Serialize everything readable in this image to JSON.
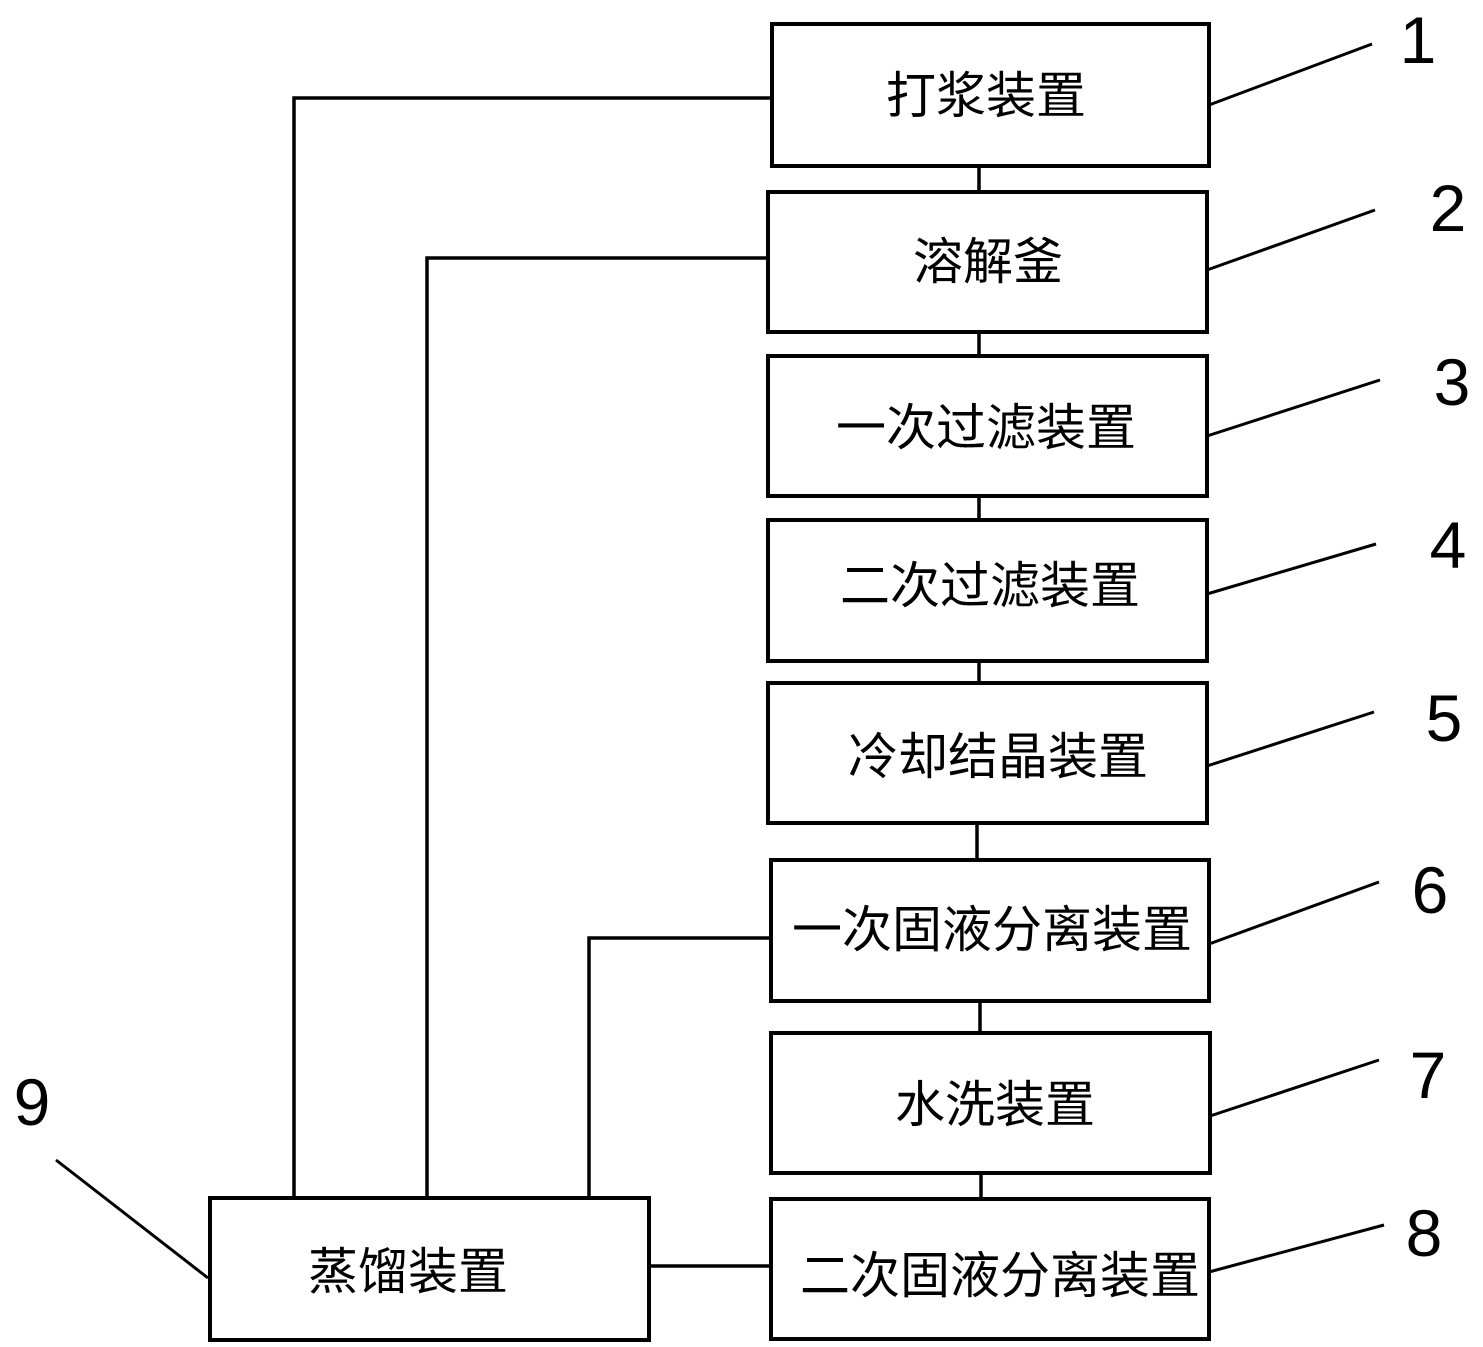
{
  "nodes": [
    {
      "id": "1",
      "label": "打浆装置",
      "number": "1"
    },
    {
      "id": "2",
      "label": "溶解釜",
      "number": "2"
    },
    {
      "id": "3",
      "label": "一次过滤装置",
      "number": "3"
    },
    {
      "id": "4",
      "label": "二次过滤装置",
      "number": "4"
    },
    {
      "id": "5",
      "label": "冷却结晶装置",
      "number": "5"
    },
    {
      "id": "6",
      "label": "一次固液分离装置",
      "number": "6"
    },
    {
      "id": "7",
      "label": "水洗装置",
      "number": "7"
    },
    {
      "id": "8",
      "label": "二次固液分离装置",
      "number": "8"
    },
    {
      "id": "9",
      "label": "蒸馏装置",
      "number": "9"
    }
  ],
  "edges": [
    {
      "from": "1",
      "to": "2"
    },
    {
      "from": "2",
      "to": "3"
    },
    {
      "from": "3",
      "to": "4"
    },
    {
      "from": "4",
      "to": "5"
    },
    {
      "from": "5",
      "to": "6"
    },
    {
      "from": "6",
      "to": "7"
    },
    {
      "from": "7",
      "to": "8"
    },
    {
      "from": "8",
      "to": "9"
    },
    {
      "from": "9",
      "to": "1"
    },
    {
      "from": "9",
      "to": "2"
    },
    {
      "from": "9",
      "to": "6"
    }
  ]
}
